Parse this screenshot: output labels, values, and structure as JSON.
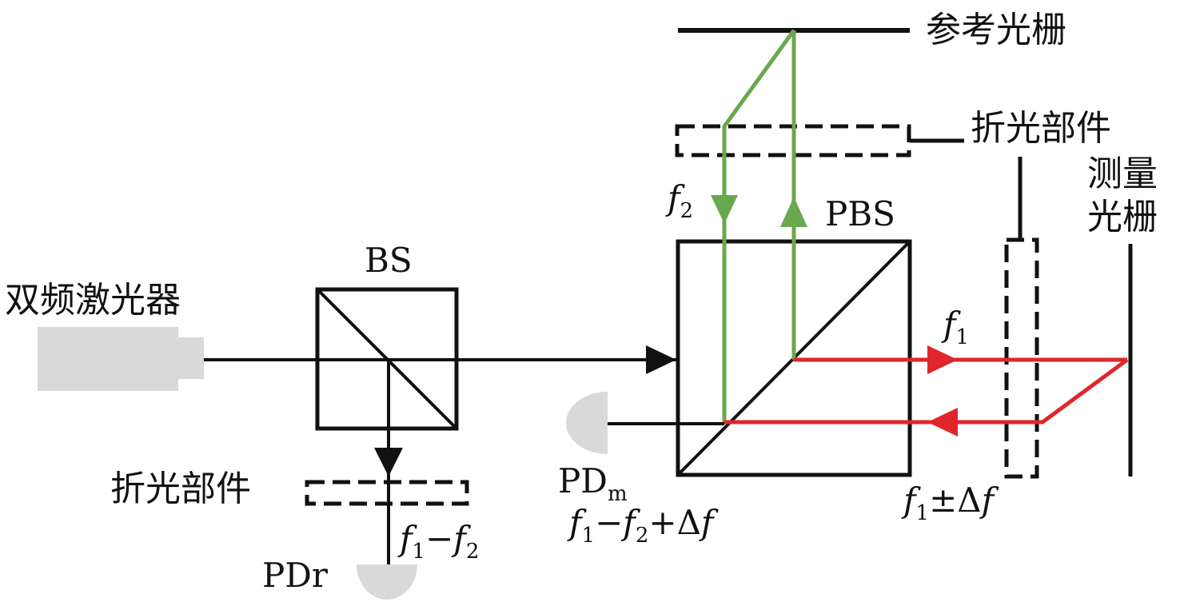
{
  "labels": {
    "reference_grating": "参考光栅",
    "refraction_component_top": "折光部件",
    "measurement_grating_line1": "测量",
    "measurement_grating_line2": "光栅",
    "laser": "双频激光器",
    "bs": "BS",
    "pbs": "PBS",
    "refraction_component_bottom": "折光部件",
    "pdr": "PDr",
    "pdm_main": "PD",
    "pdm_sub": "m"
  },
  "formulas": {
    "f2": {
      "var": "f",
      "sub": "2"
    },
    "f1": {
      "var": "f",
      "sub": "1"
    },
    "f1_minus_f2": {
      "a": "f",
      "a_sub": "1",
      "op": "−",
      "b": "f",
      "b_sub": "2"
    },
    "pdm_beat": {
      "a": "f",
      "a_sub": "1",
      "op1": "−",
      "b": "f",
      "b_sub": "2",
      "op2": "+Δ",
      "c": "f"
    },
    "f1_pm_df": {
      "a": "f",
      "a_sub": "1",
      "op": "±Δ",
      "b": "f"
    }
  },
  "colors": {
    "line": "#111111",
    "green_beam": "#6aa84f",
    "red_beam": "#e0262b",
    "device_gray": "#d9d9d9"
  }
}
